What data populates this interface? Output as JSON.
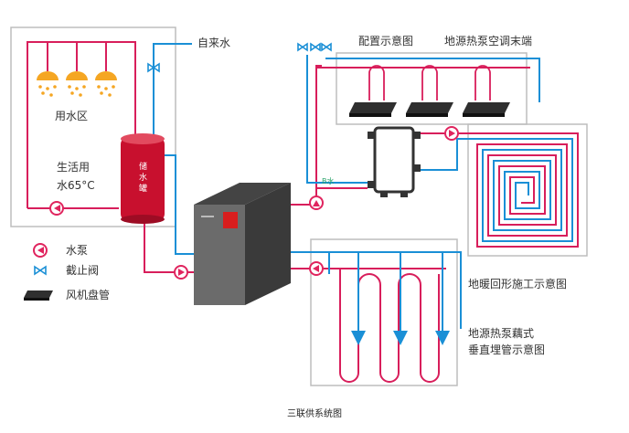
{
  "labels": {
    "water_use_area": "用水区",
    "domestic_water": "生活用",
    "water_temp": "水65°C",
    "tank_line1": "储",
    "tank_line2": "水",
    "tank_line3": "罐",
    "tap_water": "自来水",
    "config_diagram": "配置示意图",
    "terminal_title": "地源热泵空调末端",
    "floor_heating": "地暖回形施工示意图",
    "borehole_line1": "地源热泵藕式",
    "borehole_line2": "垂直埋管示意图",
    "small_tag": "B水"
  },
  "legend": [
    {
      "icon": "pump-icon",
      "label": "水泵"
    },
    {
      "icon": "valve-icon",
      "label": "截止阀"
    },
    {
      "icon": "fan-coil-icon",
      "label": "风机盘管"
    }
  ],
  "caption": "三联供系统图",
  "colors": {
    "hot_pipe": "#d81e5b",
    "cold_pipe": "#1a8fd6",
    "pump": "#e0245e",
    "tank": "#c8102e",
    "heat_pump_unit": "#6b6b6b",
    "frame": "#bdbdbd"
  }
}
